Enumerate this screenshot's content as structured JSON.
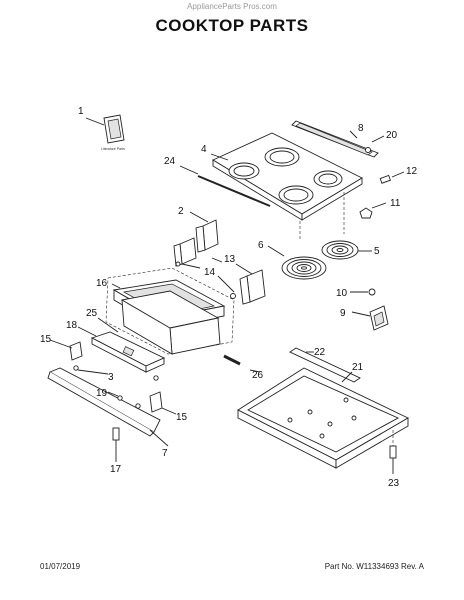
{
  "header": {
    "watermark": "ApplianceParts Pros.com",
    "title": "COOKTOP PARTS"
  },
  "footer": {
    "date": "01/07/2019",
    "part_number": "Part No. W11334693  Rev. A"
  },
  "literature_label": "Literature Parts",
  "callouts": [
    "1",
    "4",
    "8",
    "20",
    "24",
    "12",
    "2",
    "11",
    "6",
    "5",
    "13",
    "14",
    "16",
    "10",
    "9",
    "18",
    "25",
    "15",
    "3",
    "22",
    "21",
    "26",
    "19",
    "15",
    "7",
    "17",
    "23"
  ],
  "colors": {
    "line": "#222222",
    "fill": "#ffffff",
    "shade": "#d9d9d9"
  }
}
